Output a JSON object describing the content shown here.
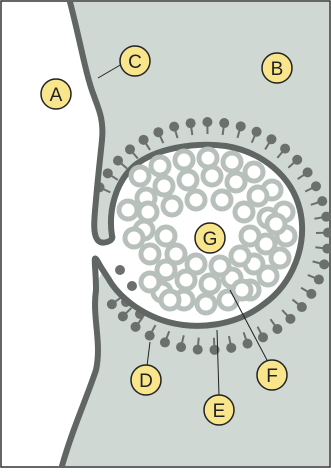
{
  "labels": {
    "A": "A",
    "B": "B",
    "C": "C",
    "D": "D",
    "E": "E",
    "F": "F",
    "G": "G"
  },
  "colors": {
    "cytoplasm": "#cfd8d2",
    "membrane": "#5f6663",
    "particle": "#6b706d",
    "vesicle": "#b8c0bb",
    "label_fill": "#f8e58c",
    "label_stroke": "#222222",
    "frame": "#333333",
    "outside": "#ffffff"
  },
  "icons": {
    "membrane": "membrane-icon",
    "coated-vesicle": "coated-vesicle-icon"
  }
}
